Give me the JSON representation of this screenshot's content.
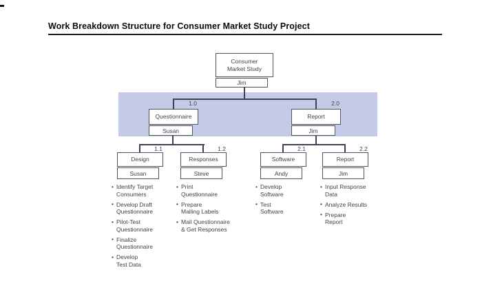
{
  "colors": {
    "band": "#c5cbe6",
    "line": "#3a4451",
    "border": "#4b535c",
    "text": "#3f4347",
    "bullet": "#2e4369",
    "rule": "#1a1a1a"
  },
  "glyphs": {
    "bullet": "•"
  },
  "header": {
    "title": "Work Breakdown Structure for Consumer Market Study Project"
  },
  "wbs": {
    "root": {
      "title": "Consumer\nMarket Study",
      "owner": "Jim"
    },
    "level1": [
      {
        "id": "1.0",
        "title": "Questionnaire",
        "owner": "Susan"
      },
      {
        "id": "2.0",
        "title": "Report",
        "owner": "Jim"
      }
    ],
    "level2": [
      {
        "id": "1.1",
        "title": "Design",
        "owner": "Susan",
        "tasks": [
          "Identify Target\nConsumers",
          "Develop Draft\nQuestionnaire",
          "Pilot-Test\nQuestionnaire",
          "Finalize\nQuestionnaire",
          "Develop\nTest Data"
        ]
      },
      {
        "id": "1.2",
        "title": "Responses",
        "owner": "Steve",
        "tasks": [
          "Print\nQuestionnaire",
          "Prepare\nMailing Labels",
          "Mail Questionnaire\n& Get Responses"
        ]
      },
      {
        "id": "2.1",
        "title": "Software",
        "owner": "Andy",
        "tasks": [
          "Develop\nSoftware",
          "Test\nSoftware"
        ]
      },
      {
        "id": "2.2",
        "title": "Report",
        "owner": "Jim",
        "tasks": [
          "Input Response\nData",
          "Analyze Results",
          "Prepare\nReport"
        ]
      }
    ]
  }
}
